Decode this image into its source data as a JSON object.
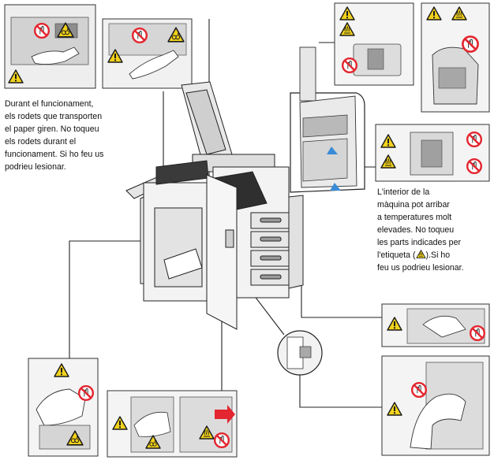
{
  "caption_left": {
    "lines": [
      "Durant el funcionament,",
      "els rodets que transporten",
      "el paper giren. No toqueu",
      "els rodets durant el",
      "funcionament. Si ho feu us",
      "podrieu lesionar."
    ]
  },
  "caption_right": {
    "lines": [
      "L'interior de la",
      "màquina pot arribar",
      "a temperatures molt",
      "elevades. No toqueu",
      "les parts indicades per",
      "l'etiqueta (",
      ").Si ho",
      "feu us podrieu lesionar."
    ]
  },
  "icons": {
    "warning": "warning-triangle-icon",
    "prohibition": "no-touch-icon",
    "hot_surface": "hot-surface-icon",
    "roller": "roller-hazard-icon"
  },
  "colors": {
    "warning_fill": "#f2d21b",
    "warning_stroke": "#1a1a1a",
    "prohibition": "#e3262f",
    "line": "#222222",
    "frame": "#333333"
  }
}
